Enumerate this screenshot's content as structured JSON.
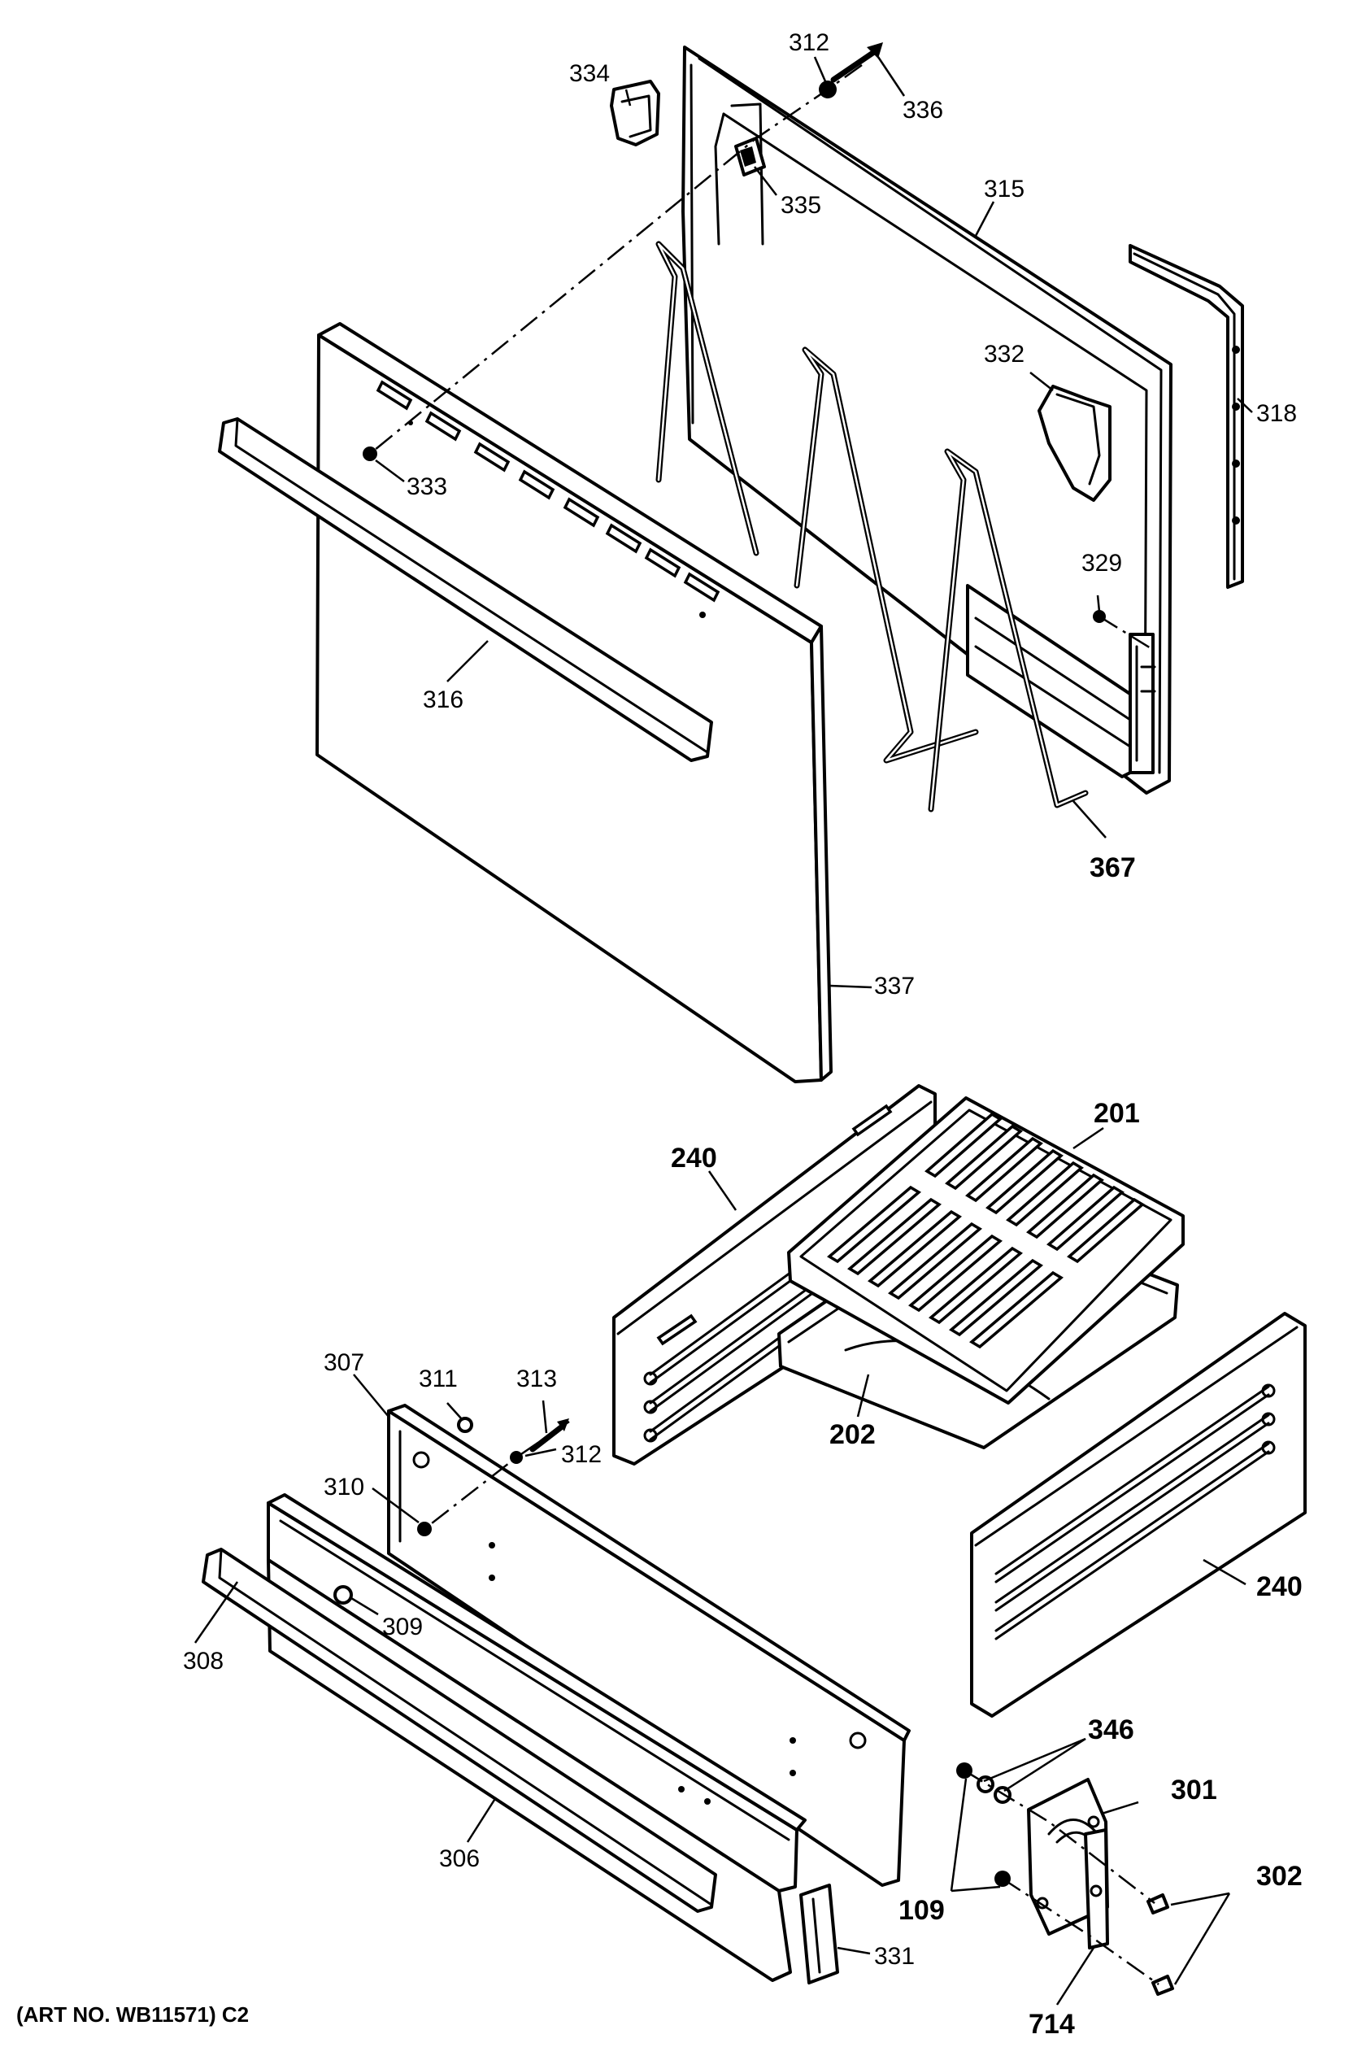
{
  "caption": "(ART NO. WB11571) C2",
  "callouts": {
    "p201": "201",
    "p202": "202",
    "p240a": "240",
    "p240b": "240",
    "p301": "301",
    "p302": "302",
    "p306": "306",
    "p307": "307",
    "p308": "308",
    "p309": "309",
    "p310": "310",
    "p311": "311",
    "p312a": "312",
    "p312b": "312",
    "p313": "313",
    "p315": "315",
    "p316": "316",
    "p318": "318",
    "p329": "329",
    "p331": "331",
    "p332": "332",
    "p333": "333",
    "p334": "334",
    "p335": "335",
    "p336": "336",
    "p337": "337",
    "p346": "346",
    "p367": "367",
    "p109": "109",
    "p714": "714"
  }
}
